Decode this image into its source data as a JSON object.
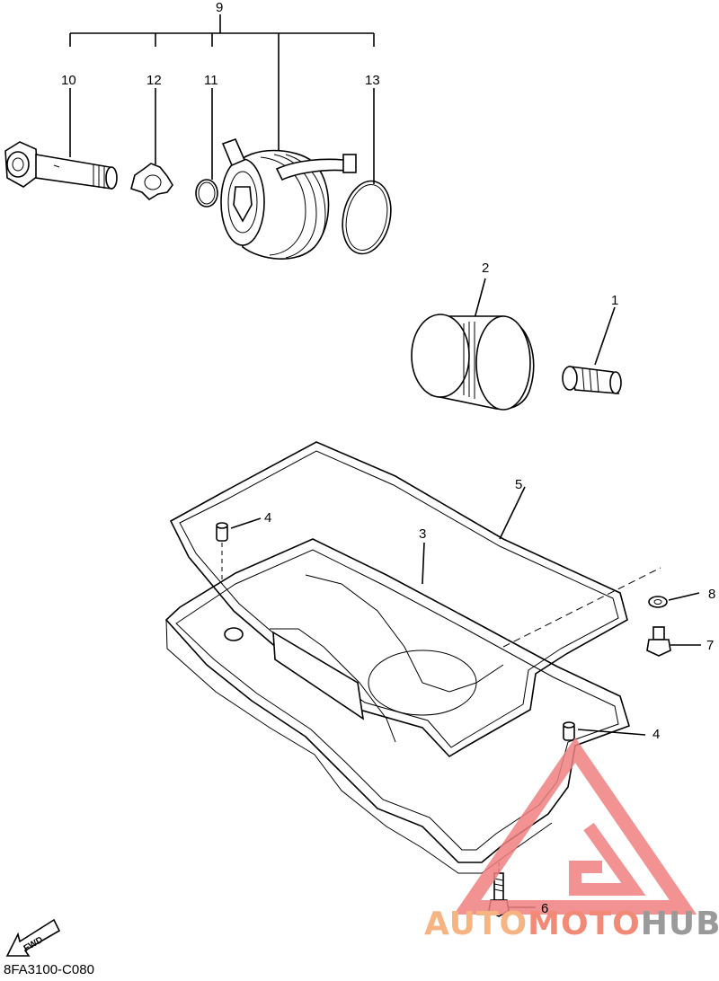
{
  "diagram": {
    "callouts": {
      "c9": "9",
      "c10": "10",
      "c12": "12",
      "c11": "11",
      "c13": "13",
      "c2": "2",
      "c1": "1",
      "c5": "5",
      "c4a": "4",
      "c3": "3",
      "c8": "8",
      "c7": "7",
      "c4b": "4",
      "c6": "6"
    },
    "drawing_code": "8FA3100-C080",
    "fwd_label": "FWD"
  },
  "watermark": {
    "part1": "AUTO",
    "part2": "MOTO",
    "part3": "HUB",
    "colors": {
      "auto": "#f6b482",
      "moto": "#f28a78",
      "hub": "#9a9a9a",
      "triangle": "#f08080"
    }
  }
}
